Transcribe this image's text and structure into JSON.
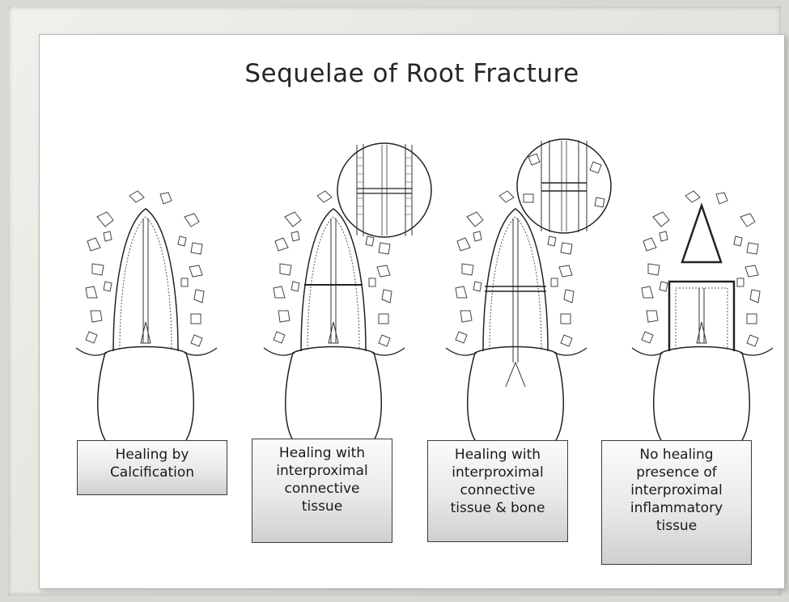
{
  "slide": {
    "title": "Sequelae of Root Fracture"
  },
  "panels": [
    {
      "id": "calcification",
      "label_lines": [
        "Healing by",
        "Calcification"
      ],
      "inset": false
    },
    {
      "id": "connective-tissue",
      "label_lines": [
        "Healing with",
        "interproximal",
        "connective",
        "tissue"
      ],
      "inset": true
    },
    {
      "id": "connective-tissue-bone",
      "label_lines": [
        "Healing with",
        "interproximal",
        "connective",
        "tissue & bone"
      ],
      "inset": true
    },
    {
      "id": "no-healing",
      "label_lines": [
        "No healing",
        "presence of",
        "interproximal",
        "inflammatory",
        "tissue"
      ],
      "inset": false
    }
  ]
}
